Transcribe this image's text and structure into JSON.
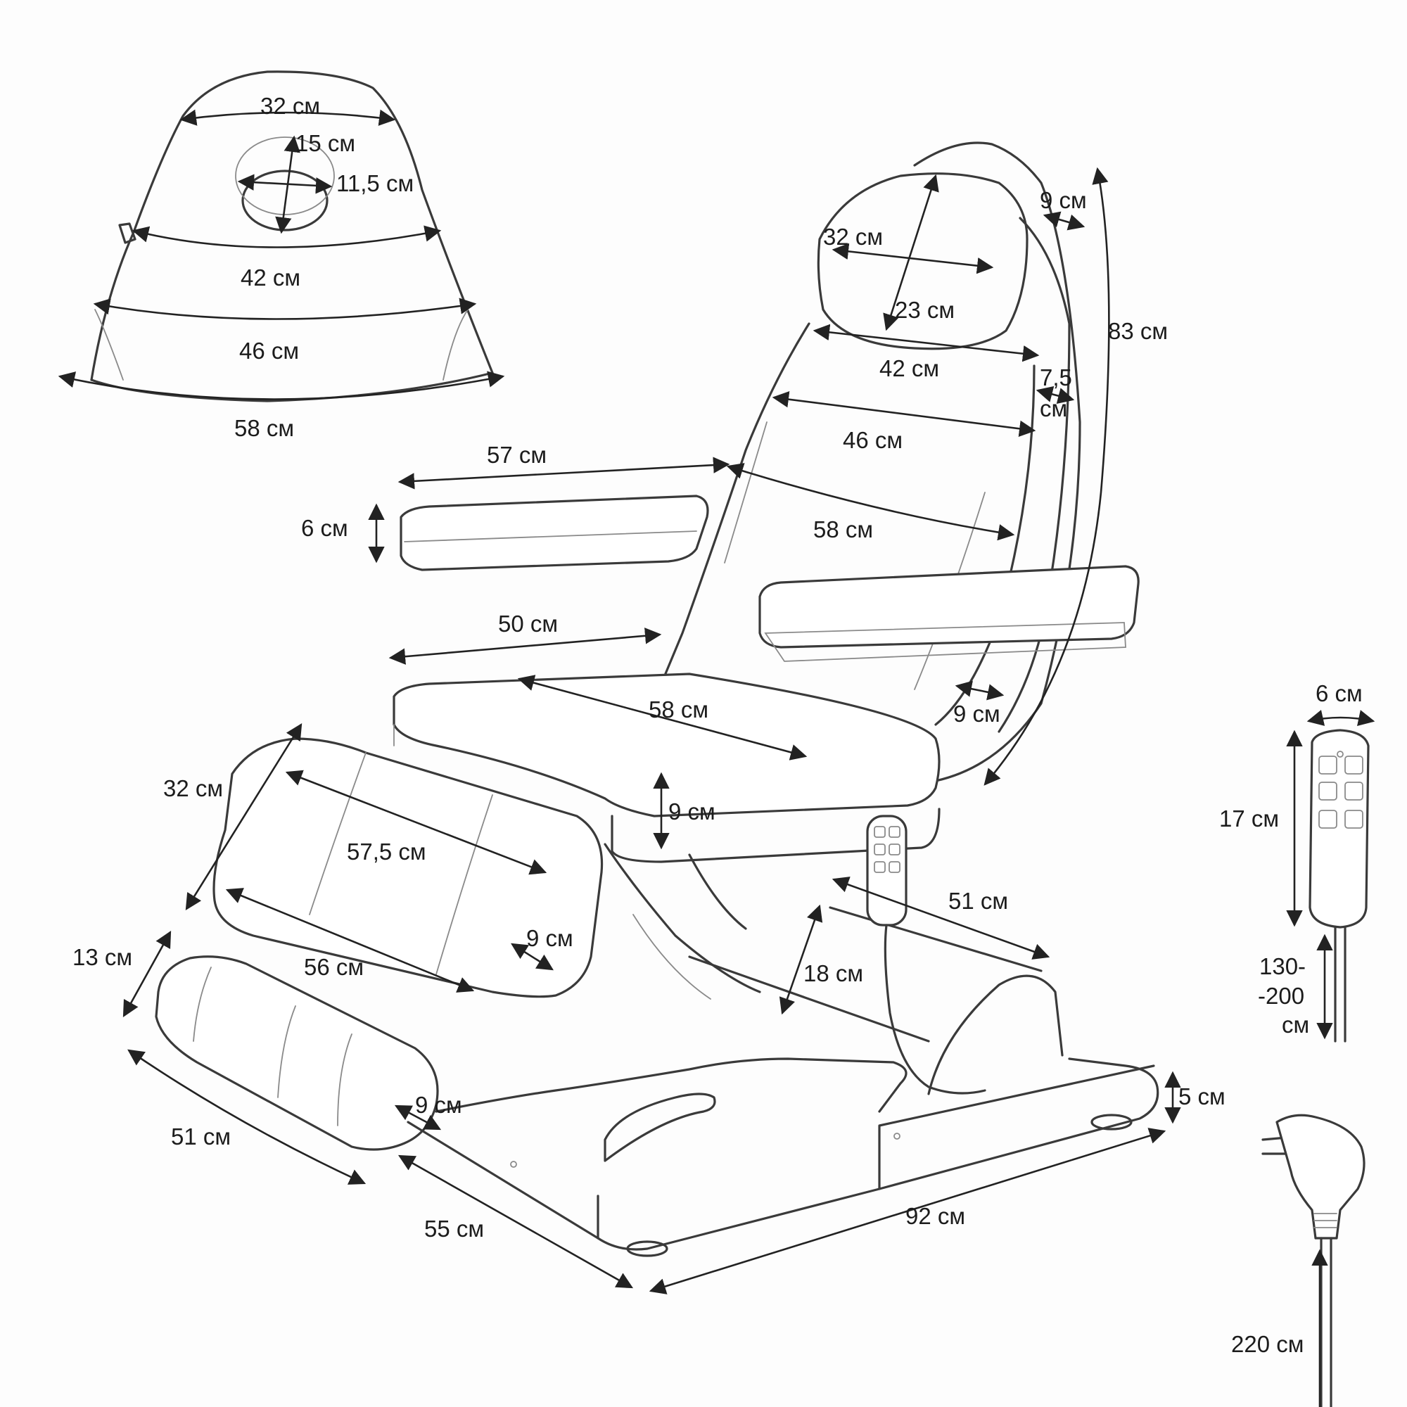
{
  "colors": {
    "line": "#3a3a3a",
    "text": "#1c1c1c",
    "background": "#fdfdfd"
  },
  "head_pad": {
    "width_top": "32 см",
    "hole_height": "15 см",
    "hole_width": "11,5 см",
    "width_middle": "42 см",
    "width_lower": "46 см",
    "width_bottom": "58 см"
  },
  "chair": {
    "headrest_width": "32 см",
    "headrest_height": "23 см",
    "headrest_thickness": "9 см",
    "back_total_height": "83 см",
    "back_width_top": "42 см",
    "back_side_thickness_value": "7,5",
    "back_side_thickness_unit": "см",
    "back_width_middle": "46 см",
    "back_length": "58 см",
    "armrest_length": "57 см",
    "armrest_height": "6 см",
    "seat_width": "50 см",
    "seat_length": "58 см",
    "back_thickness": "9 см",
    "seat_thickness": "9 см",
    "leg_rest_width": "32 см",
    "leg_rest_top_length": "57,5 см",
    "leg_rest_bottom_length": "56 см",
    "leg_rest_thickness": "9 см",
    "foot_rest_height": "13 см",
    "foot_rest_length": "51 см",
    "foot_rest_thickness": "9 см",
    "base_side": "51 см",
    "lift_height": "18 см",
    "base_length": "92 см",
    "base_width": "55 см",
    "base_height": "5 см"
  },
  "remote": {
    "width": "6 см",
    "height": "17 см",
    "cable_line1": "130-",
    "cable_line2": "-200",
    "cable_unit": "см",
    "power_cable": "220 см"
  },
  "icons": [
    "hand-remote-icon",
    "power-plug-icon"
  ]
}
